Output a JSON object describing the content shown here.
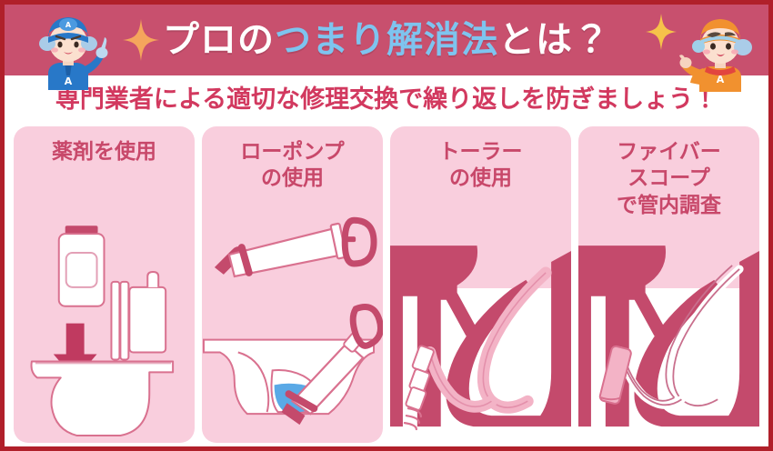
{
  "header": {
    "title_full": "プロのつまり解消法とは？",
    "title_part_1": "プロの",
    "title_part_2": "つまり解消法",
    "title_part_3": "とは？",
    "band_color": "#c8506e",
    "title_color_white": "#ffffff",
    "title_color_blue": "#7ec4ef",
    "sparkle_color": "#f5a55c",
    "left_mascot": "worker-mascot-blue",
    "right_mascot": "worker-mascot-orange"
  },
  "subtitle": {
    "text": "専門業者による適切な修理交換で繰り返しを防ぎましょう！",
    "color": "#d2395f"
  },
  "theme": {
    "border_color": "#b0202a",
    "card_bg": "#f9cedd",
    "accent_deep": "#c8486a",
    "line_pink": "#d9718f",
    "water_blue": "#5aa9e6",
    "pipe_light": "#f3b3c6"
  },
  "panels": [
    {
      "id": "panel-chemical",
      "title": "薬剤を使用",
      "card_style": "full",
      "art": "chemical-bottle-toilet",
      "art_items": [
        "chemical-bottle",
        "down-arrow",
        "toilet-side-view"
      ]
    },
    {
      "id": "panel-low-pump",
      "title": "ローポンプ\nの使用",
      "card_style": "full",
      "art": "low-pump-toilet",
      "art_items": [
        "low-pump-tool",
        "toilet-bowl-cutaway",
        "water-pool"
      ]
    },
    {
      "id": "panel-torah",
      "title": "トーラー\nの使用",
      "card_style": "top",
      "art": "drain-trap-auger",
      "art_items": [
        "drain-pipe-cutaway",
        "auger-cable",
        "auger-head"
      ]
    },
    {
      "id": "panel-fiberscope",
      "title": "ファイバー\nスコープ\nで管内調査",
      "card_style": "top",
      "art": "drain-trap-fiberscope",
      "art_items": [
        "drain-pipe-cutaway",
        "fiberscope-cable",
        "camera-head"
      ]
    }
  ]
}
